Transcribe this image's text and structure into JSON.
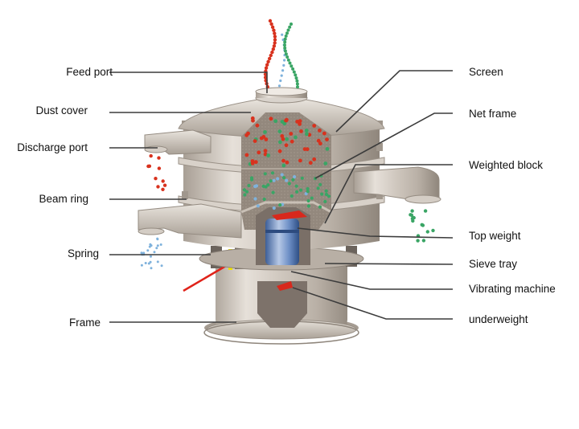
{
  "title": "Vibrating sieve machine structure",
  "labels_left": [
    {
      "id": "feed-port",
      "text": "Feed port"
    },
    {
      "id": "dust-cover",
      "text": "Dust cover"
    },
    {
      "id": "discharge-port",
      "text": "Discharge port"
    },
    {
      "id": "beam-ring",
      "text": "Beam ring"
    },
    {
      "id": "spring",
      "text": "Spring"
    },
    {
      "id": "frame",
      "text": "Frame"
    }
  ],
  "labels_right": [
    {
      "id": "screen",
      "text": "Screen"
    },
    {
      "id": "net-frame",
      "text": "Net frame"
    },
    {
      "id": "weighted-block",
      "text": "Weighted block"
    },
    {
      "id": "top-weight",
      "text": "Top weight"
    },
    {
      "id": "sieve-tray",
      "text": "Sieve tray"
    },
    {
      "id": "vibrating-machine",
      "text": "Vibrating machine"
    },
    {
      "id": "underweight",
      "text": "underweight"
    }
  ],
  "colors": {
    "metal": "#c9c1b8",
    "metal_dark": "#8d8479",
    "interior": "#8a7f74",
    "particle_red": "#d8321e",
    "particle_green": "#3aa565",
    "particle_blue": "#7fb2dc",
    "motor_blue": "#5a7fb8",
    "weight_red": "#d8281c",
    "spring_yellow": "#f2e400",
    "leader_line": "#3c3c3c"
  }
}
